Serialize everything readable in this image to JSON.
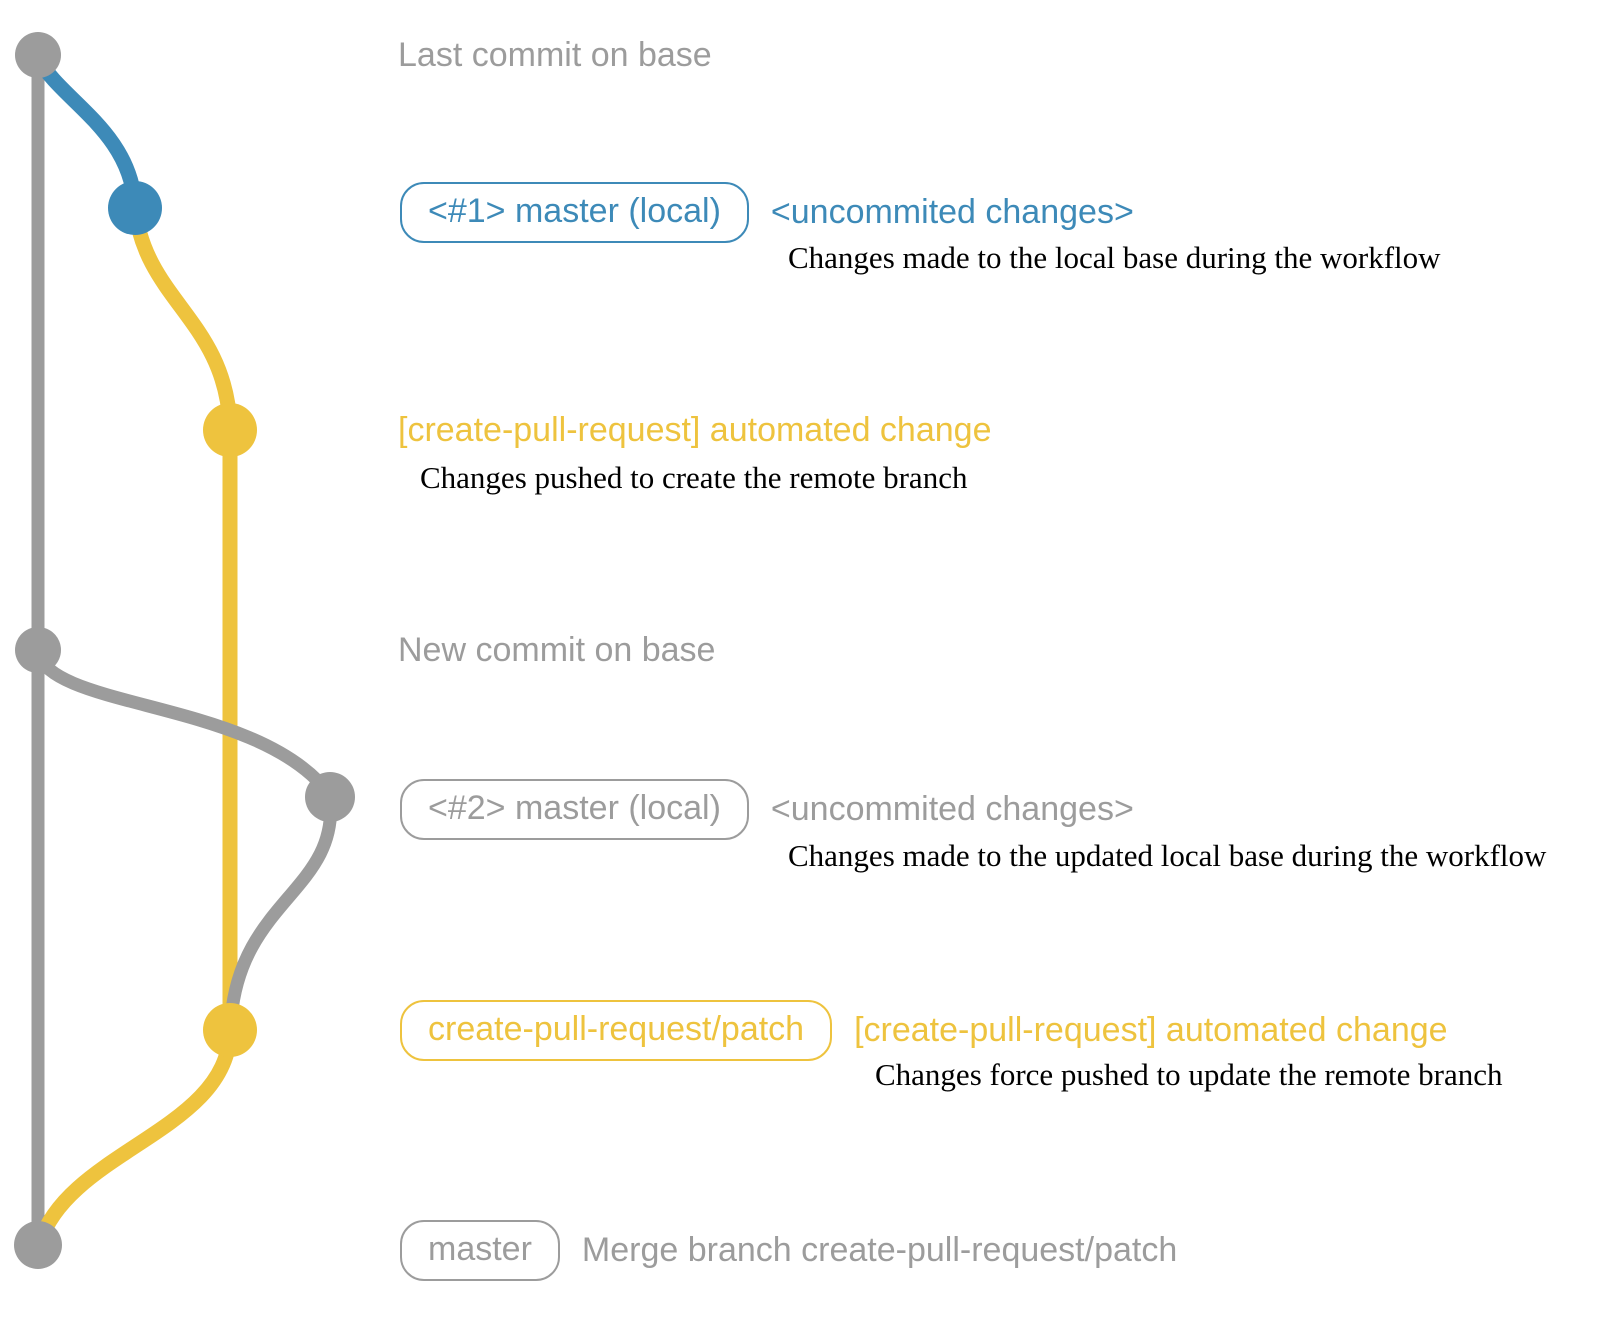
{
  "diagram": {
    "colors": {
      "gray": "#9c9c9c",
      "blue": "#3d8ab8",
      "yellow": "#eec33e",
      "ink": "#000000",
      "background": "#ffffff"
    },
    "standalone_labels": {
      "last_commit_on_base": "Last commit on base",
      "new_commit_on_base": "New commit on base"
    },
    "rows": [
      {
        "badge": "<#1> master (local)",
        "note": "<uncommited changes>",
        "desc": "Changes made to the local base during the workflow"
      },
      {
        "label": "[create-pull-request] automated change",
        "desc": "Changes pushed to create the remote branch"
      },
      {
        "badge": "<#2> master (local)",
        "note": "<uncommited changes>",
        "desc": "Changes made to the updated local base during the workflow"
      },
      {
        "badge": "create-pull-request/patch",
        "note": "[create-pull-request] automated change",
        "desc": "Changes force pushed to update the remote branch"
      },
      {
        "badge": "master",
        "note": "Merge branch create-pull-request/patch"
      }
    ]
  }
}
